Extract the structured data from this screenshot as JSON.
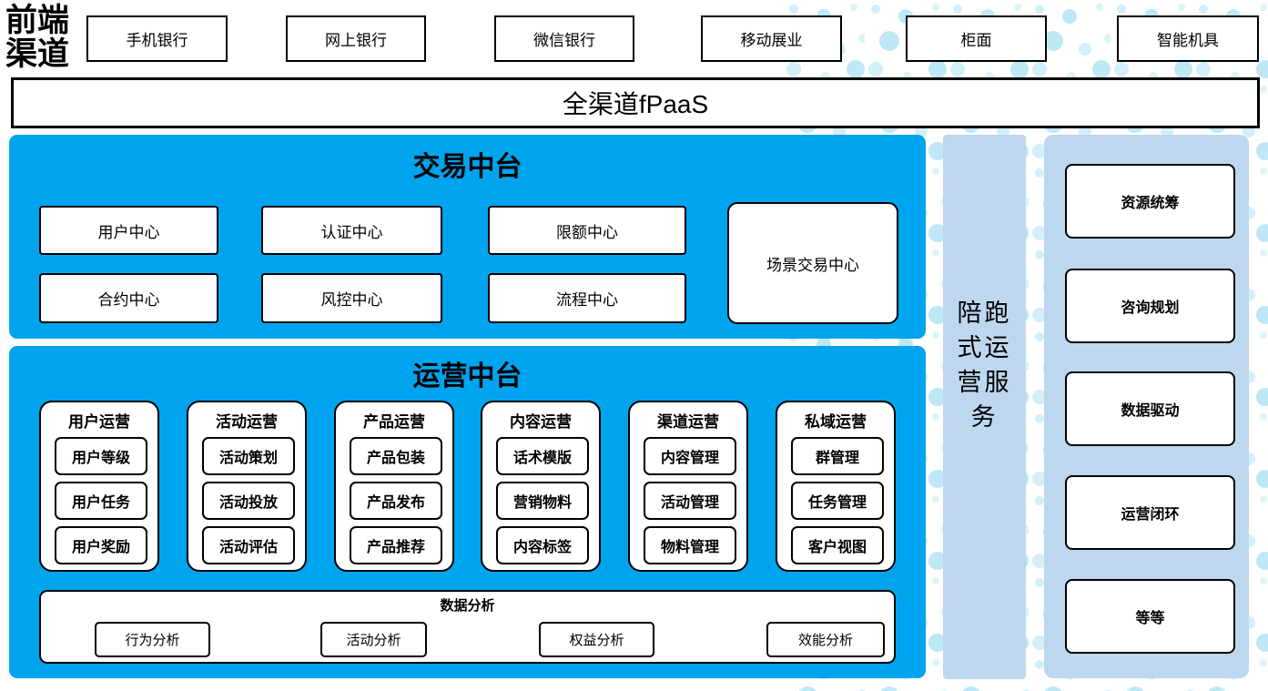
{
  "frontend": {
    "label": "前端渠道",
    "channels": [
      "手机银行",
      "网上银行",
      "微信银行",
      "移动展业",
      "柜面",
      "智能机具"
    ]
  },
  "fpaas": {
    "label": "全渠道fPaaS"
  },
  "transaction": {
    "title": "交易中台",
    "row1": [
      "用户中心",
      "认证中心",
      "限额中心"
    ],
    "row2": [
      "合约中心",
      "风控中心",
      "流程中心"
    ],
    "scene_center": "场景交易中心"
  },
  "operations": {
    "title": "运营中台",
    "columns": [
      {
        "title": "用户运营",
        "items": [
          "用户等级",
          "用户任务",
          "用户奖励"
        ]
      },
      {
        "title": "活动运营",
        "items": [
          "活动策划",
          "活动投放",
          "活动评估"
        ]
      },
      {
        "title": "产品运营",
        "items": [
          "产品包装",
          "产品发布",
          "产品推荐"
        ]
      },
      {
        "title": "内容运营",
        "items": [
          "话术模版",
          "营销物料",
          "内容标签"
        ]
      },
      {
        "title": "渠道运营",
        "items": [
          "内容管理",
          "活动管理",
          "物料管理"
        ]
      },
      {
        "title": "私域运营",
        "items": [
          "群管理",
          "任务管理",
          "客户视图"
        ]
      }
    ],
    "analysis": {
      "title": "数据分析",
      "items": [
        "行为分析",
        "活动分析",
        "权益分析",
        "效能分析"
      ]
    }
  },
  "runner_bar": {
    "label": "陪跑式运营服务",
    "lines": [
      "陪跑",
      "式运",
      "营服",
      "务"
    ]
  },
  "services": {
    "items": [
      "资源统筹",
      "咨询规划",
      "数据驱动",
      "运营闭环",
      "等等"
    ]
  },
  "colors": {
    "panel-blue": "#00a4ee",
    "panel-light": "#bdd7ee",
    "dot-a": "#d2effa",
    "dot-b": "#bfe8f7",
    "dot-c": "#dcf4fc"
  }
}
